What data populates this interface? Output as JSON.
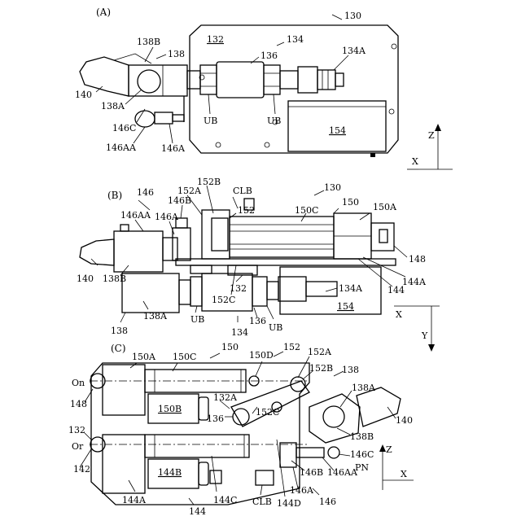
{
  "views": {
    "a": {
      "title": "(A)",
      "labels": {
        "l130": "130",
        "l132": "132",
        "l134": "134",
        "l136": "136",
        "l134a": "134A",
        "l138b": "138B",
        "l138": "138",
        "l140": "140",
        "l138a": "138A",
        "l146c": "146C",
        "l146aa": "146AA",
        "l146a": "146A",
        "ub1": "UB",
        "ub2": "UB",
        "l154": "154",
        "z": "Z",
        "x": "X"
      }
    },
    "b": {
      "title": "(B)",
      "labels": {
        "l146": "146",
        "l152b": "152B",
        "clb": "CLB",
        "l130": "130",
        "l152a": "152A",
        "l146b": "146B",
        "l150": "150",
        "l150a": "150A",
        "l146aa": "146AA",
        "l146a": "146A",
        "l152": "152",
        "l150c": "150C",
        "l148": "148",
        "l140": "140",
        "l138b": "138B",
        "l144a": "144A",
        "l132": "132",
        "l134a": "134A",
        "l144": "144",
        "l152c": "152C",
        "l138a": "138A",
        "l154": "154",
        "ub1": "UB",
        "l136": "136",
        "ub2": "UB",
        "l134": "134",
        "l138": "138",
        "x": "X",
        "y": "Y"
      }
    },
    "c": {
      "title": "(C)",
      "labels": {
        "l150": "150",
        "l152": "152",
        "l150a": "150A",
        "l150c": "150C",
        "l150d": "150D",
        "l152a": "152A",
        "l138": "138",
        "on": "On",
        "l152b": "152B",
        "l138a": "138A",
        "l148": "148",
        "l132a": "132A",
        "l150b": "150B",
        "l132": "132",
        "l136": "136",
        "l152c": "152C",
        "l140": "140",
        "l138b": "138B",
        "or": "Or",
        "l146c": "146C",
        "pn": "PN",
        "l142": "142",
        "l144b": "144B",
        "l146b": "146B",
        "l146aa": "146AA",
        "l146a": "146A",
        "l144a": "144A",
        "l144c": "144C",
        "clb": "CLB",
        "l144d": "144D",
        "l146": "146",
        "l144": "144",
        "z": "Z",
        "x": "X"
      }
    }
  }
}
